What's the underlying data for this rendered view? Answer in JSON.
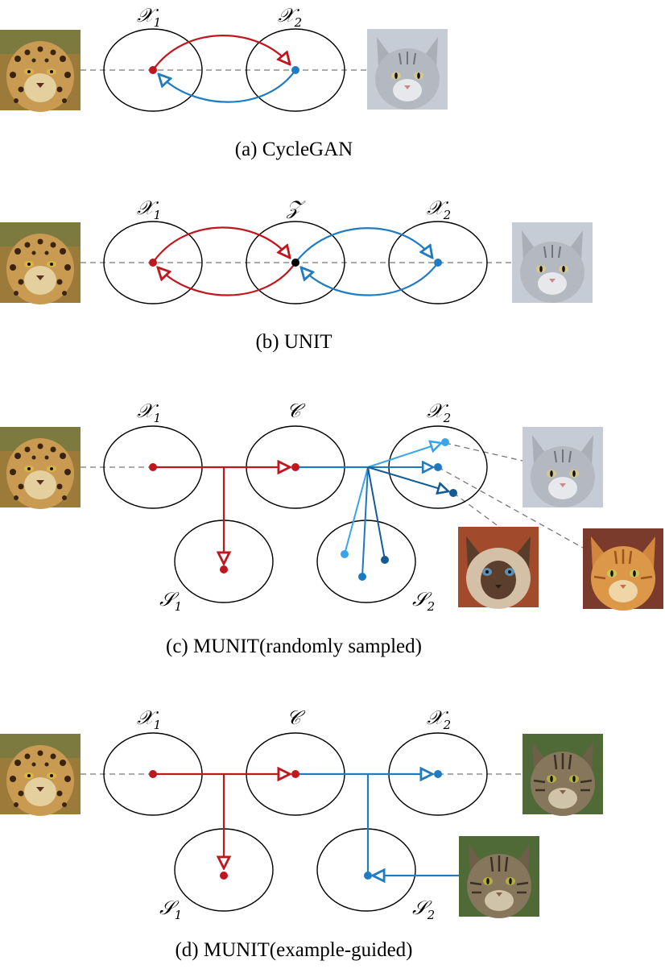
{
  "captions": {
    "a": "(a) CycleGAN",
    "b": "(b) UNIT",
    "c": "(c) MUNIT(randomly sampled)",
    "d": "(d) MUNIT(example-guided)"
  },
  "labels": {
    "x_domain": "𝒳",
    "z_space": "𝒵",
    "c_space": "𝒞",
    "s_space": "𝒮",
    "sub_1": "1",
    "sub_2": "2"
  },
  "colors": {
    "red": "#c0161d",
    "blue": "#1f7bc2",
    "blue_light": "#3aa4ea",
    "blue_dark": "#145b93"
  },
  "images": {
    "source": "leopard-photo",
    "target": "cat-photo"
  }
}
